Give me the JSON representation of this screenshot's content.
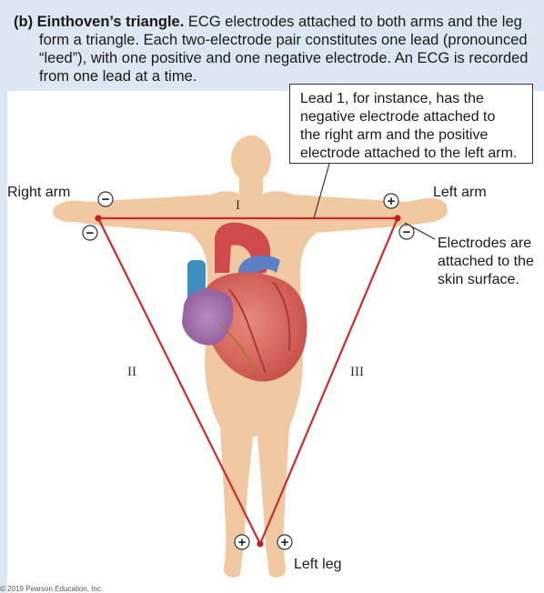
{
  "caption": {
    "label": "(b) Einthoven’s triangle.",
    "line1_rest": "ECG electrodes attached to both arms and the leg",
    "line2": "form a triangle. Each two-electrode pair constitutes one lead (pronounced",
    "line3": "“leed”), with one positive and one negative electrode. An ECG is recorded",
    "line4": "from one lead at a time."
  },
  "note": {
    "line1": "Lead 1, for instance, has the",
    "line2": "negative electrode attached to",
    "line3": "the right arm and the positive",
    "line4": "electrode attached to the left arm."
  },
  "labels": {
    "right_arm": "Right arm",
    "left_arm": "Left arm",
    "left_leg": "Left leg",
    "electrodes_line1": "Electrodes are",
    "electrodes_line2": "attached to the",
    "electrodes_line3": "skin surface."
  },
  "leads": {
    "lead1": "I",
    "lead2": "II",
    "lead3": "III"
  },
  "electrode_signs": {
    "negative": "−",
    "positive": "+"
  },
  "copyright": "© 2019 Pearson Education, Inc.",
  "colors": {
    "caption_background": "#dde7f1",
    "body_skin": "#f0c9a3",
    "triangle": "#cc2a2a",
    "electrode_dot": "#c81e1e"
  }
}
